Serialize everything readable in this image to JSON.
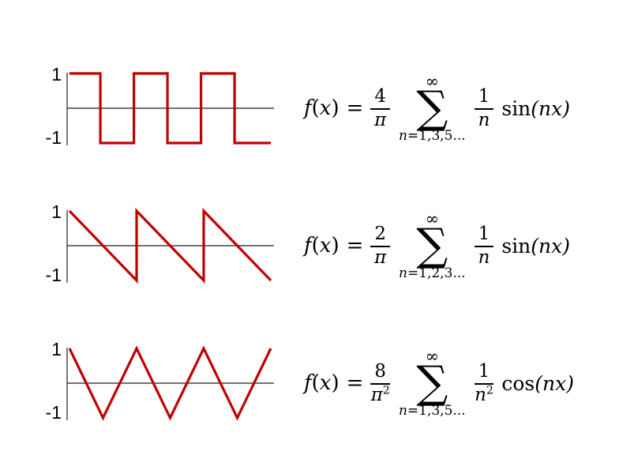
{
  "colors": {
    "background": "#ffffff",
    "wave": "#c00000",
    "axis": "#1f1f1f",
    "text": "#000000"
  },
  "rows": [
    {
      "wave_name": "square-wave",
      "y_top_label": "1",
      "y_bottom_label": "-1",
      "amplitude": 1,
      "cycles": 3,
      "points": [
        [
          0,
          1
        ],
        [
          0.46,
          1
        ],
        [
          0.46,
          -1
        ],
        [
          0.96,
          -1
        ],
        [
          0.96,
          1
        ],
        [
          1.46,
          1
        ],
        [
          1.46,
          -1
        ],
        [
          1.96,
          -1
        ],
        [
          1.96,
          1
        ],
        [
          2.46,
          1
        ],
        [
          2.46,
          -1
        ],
        [
          3,
          -1
        ]
      ],
      "formula": {
        "f": "f",
        "lparen": "(",
        "arg": "x",
        "rparen": ")",
        "eq": "=",
        "coef_num": "4",
        "coef_den": "π",
        "coef_den_sup": "",
        "sum_upper": "∞",
        "sum_sigma": "∑",
        "sum_lower_var": "n",
        "sum_lower_rest": "=1,3,5...",
        "term_num": "1",
        "term_den": "n",
        "term_den_sup": "",
        "trig": "sin",
        "trig_arg": "(nx)"
      }
    },
    {
      "wave_name": "sawtooth-wave",
      "y_top_label": "1",
      "y_bottom_label": "-1",
      "amplitude": 1,
      "cycles": 3,
      "points": [
        [
          0,
          1
        ],
        [
          1,
          -1
        ],
        [
          1,
          1
        ],
        [
          2,
          -1
        ],
        [
          2,
          1
        ],
        [
          3,
          -1
        ]
      ],
      "formula": {
        "f": "f",
        "lparen": "(",
        "arg": "x",
        "rparen": ")",
        "eq": "=",
        "coef_num": "2",
        "coef_den": "π",
        "coef_den_sup": "",
        "sum_upper": "∞",
        "sum_sigma": "∑",
        "sum_lower_var": "n",
        "sum_lower_rest": "=1,2,3...",
        "term_num": "1",
        "term_den": "n",
        "term_den_sup": "",
        "trig": "sin",
        "trig_arg": "(nx)"
      }
    },
    {
      "wave_name": "triangle-wave",
      "y_top_label": "1",
      "y_bottom_label": "-1",
      "amplitude": 1,
      "cycles": 3,
      "points": [
        [
          0,
          1
        ],
        [
          0.5,
          -1
        ],
        [
          1,
          1
        ],
        [
          1.5,
          -1
        ],
        [
          2,
          1
        ],
        [
          2.5,
          -1
        ],
        [
          3,
          1
        ]
      ],
      "formula": {
        "f": "f",
        "lparen": "(",
        "arg": "x",
        "rparen": ")",
        "eq": "=",
        "coef_num": "8",
        "coef_den": "π",
        "coef_den_sup": "2",
        "sum_upper": "∞",
        "sum_sigma": "∑",
        "sum_lower_var": "n",
        "sum_lower_rest": "=1,3,5...",
        "term_num": "1",
        "term_den": "n",
        "term_den_sup": "2",
        "trig": "cos",
        "trig_arg": "(nx)"
      }
    }
  ]
}
